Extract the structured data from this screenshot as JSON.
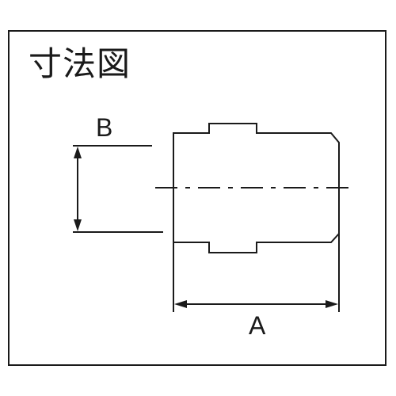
{
  "title": "寸法図",
  "labels": {
    "dimension_a": "A",
    "dimension_b": "B"
  }
}
